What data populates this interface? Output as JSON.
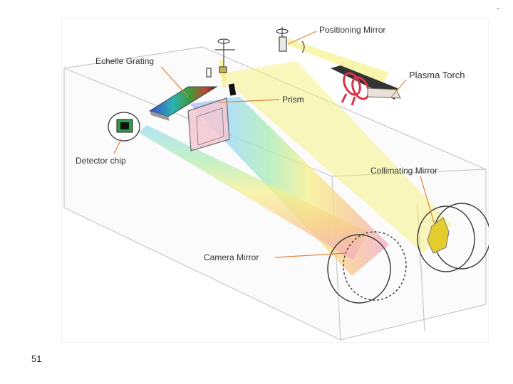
{
  "slide": {
    "page_number": "51",
    "corner_mark": "-"
  },
  "diagram": {
    "labels": {
      "positioning_mirror": "Positioning Mirror",
      "plasma_torch": "Plasma Torch",
      "echelle_grating": "Echelle Grating",
      "prism": "Prism",
      "detector_chip": "Detector chip",
      "collimating_mirror": "Collimating Mirror",
      "camera_mirror": "Camera Mirror"
    },
    "colors": {
      "beam_yellow": "#f3ef6a",
      "rainbow": [
        "#f4a6c8",
        "#f7c98a",
        "#f6f08a",
        "#a9ecb0",
        "#98d9f3",
        "#b9b4f3"
      ],
      "housing_stroke": "#c8c8c8",
      "leader_line": "#d9833f",
      "torch_red": "#d8344a",
      "detector_green": "#2f9d48"
    }
  }
}
